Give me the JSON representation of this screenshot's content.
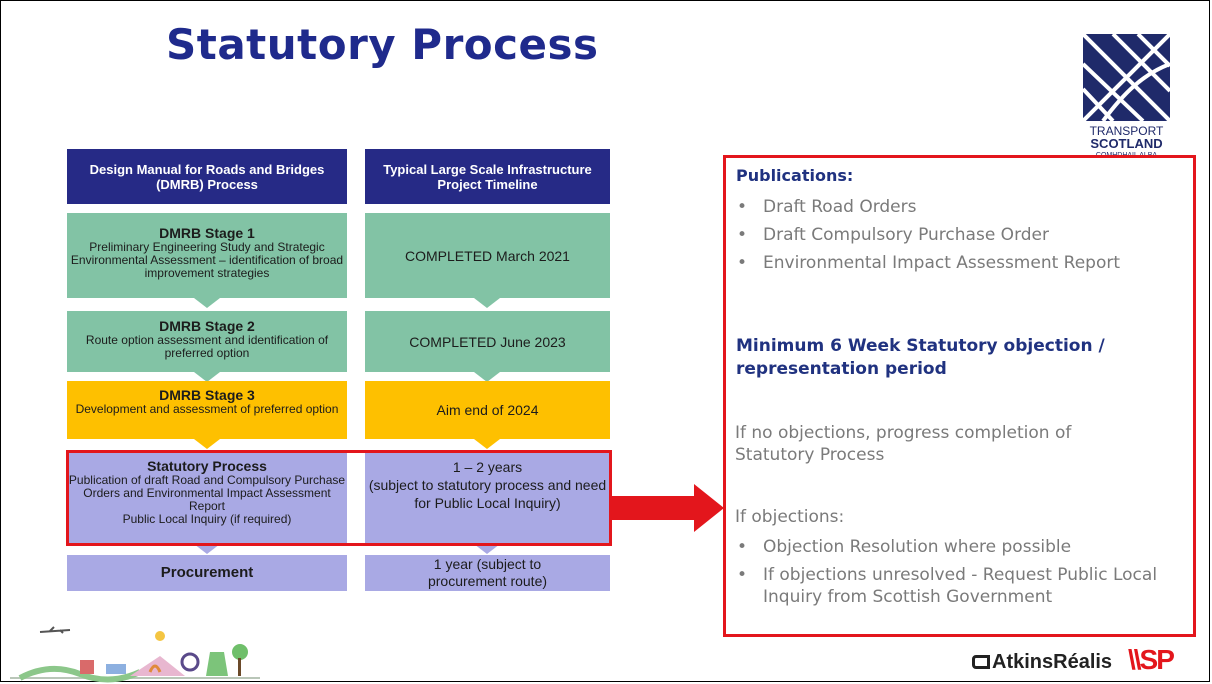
{
  "slide": {
    "title": "Statutory Process",
    "logo": {
      "word1": "TRANSPORT",
      "word2": "SCOTLAND",
      "word3": "CÒMHDHAIL ALBA"
    }
  },
  "columns": {
    "left_header": "Design Manual for Roads and Bridges (DMRB) Process",
    "right_header": "Typical Large Scale Infrastructure Project Timeline"
  },
  "stages": [
    {
      "title": "DMRB Stage 1",
      "desc": "Preliminary Engineering Study and Strategic Environmental Assessment – identification of broad improvement strategies",
      "timeline": "COMPLETED March 2021"
    },
    {
      "title": "DMRB Stage 2",
      "desc": "Route option assessment and identification of preferred option",
      "timeline": "COMPLETED June 2023"
    },
    {
      "title": "DMRB Stage 3",
      "desc": "Development and assessment of preferred option",
      "timeline": "Aim end of 2024"
    },
    {
      "title": "Statutory Process",
      "desc": "Publication of draft Road and Compulsory Purchase Orders and Environmental Impact Assessment Report",
      "desc2": "Public Local Inquiry (if required)",
      "timeline": "1 – 2 years",
      "timeline2": "(subject to statutory process and need for Public Local Inquiry)"
    },
    {
      "title": "Procurement",
      "timeline": "1 year (subject to procurement route)"
    }
  ],
  "panel": {
    "publications_heading": "Publications:",
    "publications": [
      "Draft Road Orders",
      "Draft Compulsory Purchase Order",
      "Environmental Impact Assessment Report"
    ],
    "period_heading": "Minimum 6 Week Statutory objection / representation  period",
    "no_objections": "If no objections, progress completion of Statutory Process",
    "objections_label": "If objections:",
    "objections": [
      "Objection Resolution where possible",
      "If objections unresolved - Request Public Local Inquiry from Scottish Government"
    ]
  },
  "footer": {
    "atkins": "AtkinsRéalis",
    "wsp": "\\\\SP"
  },
  "colors": {
    "navy": "#262a86",
    "green": "#82c3a5",
    "yellow": "#fec000",
    "lavender": "#a9a9e4",
    "red": "#e3161c",
    "title": "#1f2a8c"
  }
}
